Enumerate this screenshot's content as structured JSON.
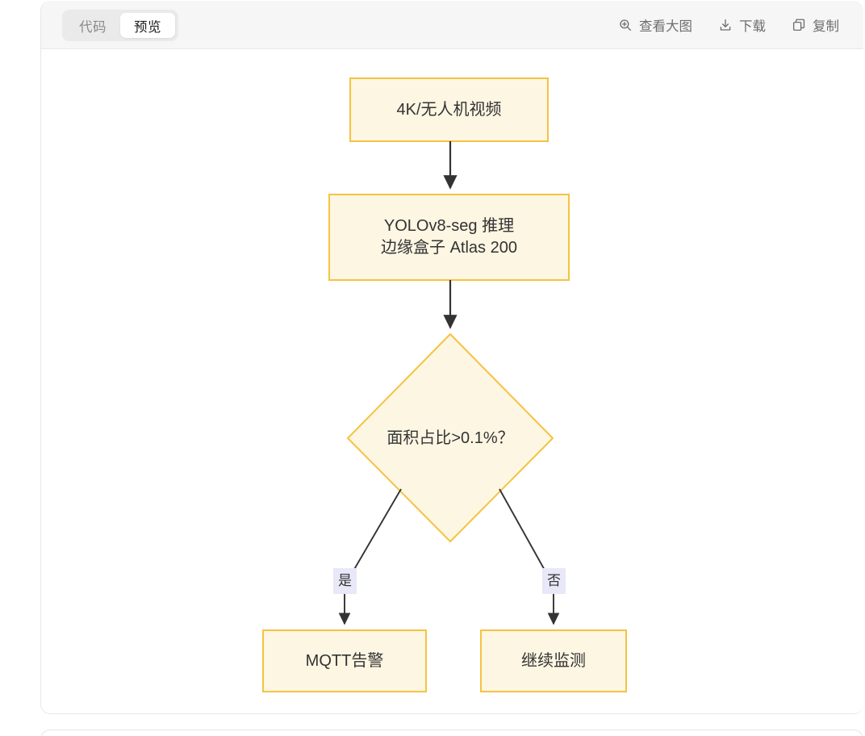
{
  "card": {
    "tabs": [
      {
        "label": "代码",
        "active": false,
        "name": "tab-code"
      },
      {
        "label": "预览",
        "active": true,
        "name": "tab-preview"
      }
    ],
    "actions": [
      {
        "label": "查看大图",
        "icon": "zoom-in-icon"
      },
      {
        "label": "下载",
        "icon": "download-icon"
      },
      {
        "label": "复制",
        "icon": "copy-icon"
      }
    ]
  },
  "colors": {
    "node_fill": "#fdf6e3",
    "node_stroke": "#f5c342",
    "edge_stroke": "#333333",
    "edge_label_bg": "#e8e8f8",
    "text": "#333333",
    "header_bg": "#f6f6f6",
    "card_border": "#e6e6e6"
  },
  "diagram": {
    "type": "flowchart",
    "direction": "top-down",
    "nodes": [
      {
        "id": "n1",
        "shape": "rect",
        "text": "4K/无人机视频",
        "lines": [
          "4K/无人机视频"
        ]
      },
      {
        "id": "n2",
        "shape": "rect",
        "text": "YOLOv8-seg 推理 边缘盒子 Atlas 200",
        "lines": [
          "YOLOv8-seg 推理",
          "边缘盒子 Atlas 200"
        ]
      },
      {
        "id": "n3",
        "shape": "diamond",
        "text": "面积占比>0.1%？",
        "lines": [
          "面积占比>0.1%？"
        ]
      },
      {
        "id": "n4",
        "shape": "rect",
        "text": "MQTT告警",
        "lines": [
          "MQTT告警"
        ]
      },
      {
        "id": "n5",
        "shape": "rect",
        "text": "继续监测",
        "lines": [
          "继续监测"
        ]
      }
    ],
    "edges": [
      {
        "from": "n1",
        "to": "n2",
        "label": ""
      },
      {
        "from": "n2",
        "to": "n3",
        "label": ""
      },
      {
        "from": "n3",
        "to": "n4",
        "label": "是"
      },
      {
        "from": "n3",
        "to": "n5",
        "label": "否"
      }
    ]
  }
}
